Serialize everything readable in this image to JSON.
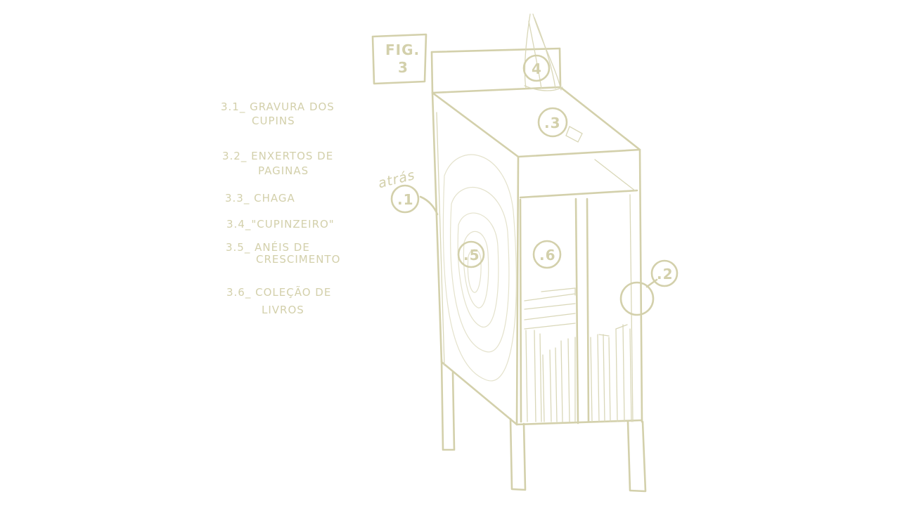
{
  "figure": {
    "label_line1": "FIG.",
    "label_line2": "3"
  },
  "legend": [
    {
      "line1": "3.1_ GRAVURA DOS",
      "line2": "CUPINS"
    },
    {
      "line1": "3.2_ ENXERTOS DE",
      "line2": "PAGINAS"
    },
    {
      "line1": "3.3_ CHAGA",
      "line2": ""
    },
    {
      "line1": "3.4_\"CUPINZEIRO\"",
      "line2": ""
    },
    {
      "line1": "3.5_ ANÉIS DE",
      "line2": "CRESCIMENTO"
    },
    {
      "line1": "3.6_ COLEÇÃO DE",
      "line2": "LIVROS"
    }
  ],
  "callouts": [
    {
      "number": ".1"
    },
    {
      "number": ".2"
    },
    {
      "number": ".3"
    },
    {
      "number": "4"
    },
    {
      "number": ".5"
    },
    {
      "number": ".6"
    }
  ],
  "annotation": "atrás",
  "colors": {
    "sketch_line": "#d3d0ab",
    "background": "#ffffff"
  }
}
